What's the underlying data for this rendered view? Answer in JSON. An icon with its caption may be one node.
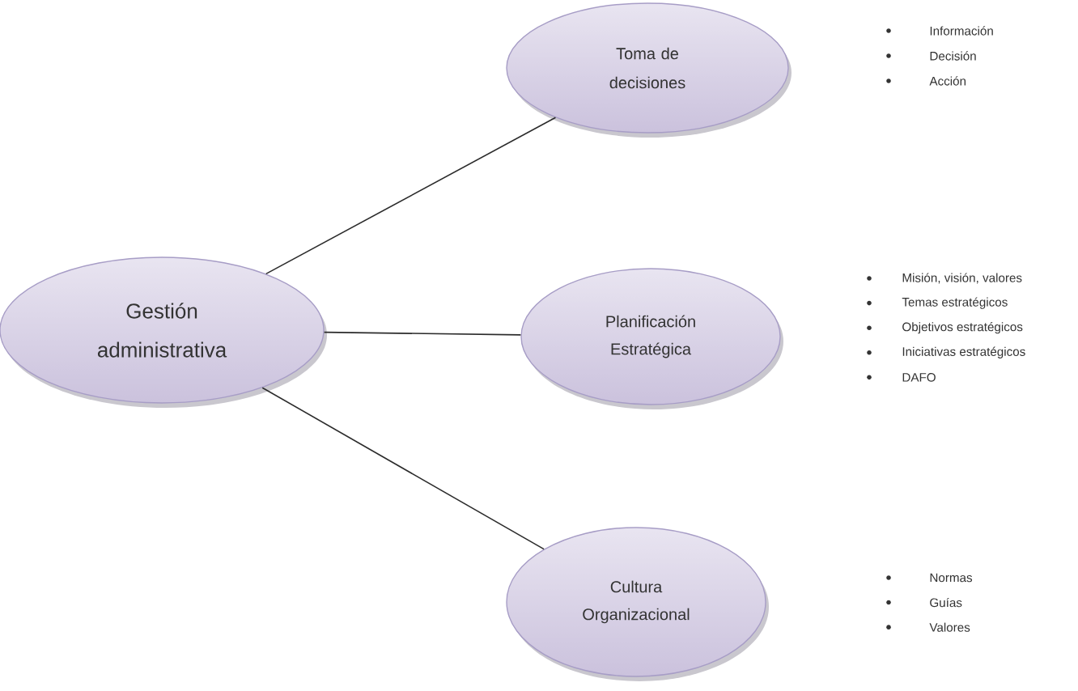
{
  "diagram": {
    "nodes": [
      {
        "text": [
          "Gestión administrativa"
        ]
      },
      {
        "text": [
          "Toma de decisiones"
        ],
        "beside": [
          "Información",
          "Decisión",
          "Acción"
        ]
      },
      {
        "text": [
          "Planificación Estratégica"
        ],
        "beside": [
          "Misión, visión, valores",
          "Temas estratégicos",
          "Objetivos estratégicos",
          "Iniciativas estratégicos",
          "DAFO"
        ]
      },
      {
        "text": [
          "Cultura Organizacional"
        ],
        "beside": [
          "Normas",
          "Guías",
          "Valores"
        ]
      }
    ],
    "edges": [
      {
        "from": 0,
        "to": 1,
        "arrow": "none"
      },
      {
        "from": 0,
        "to": 2,
        "arrow": "none"
      },
      {
        "from": 0,
        "to": 3,
        "arrow": "none"
      }
    ]
  }
}
